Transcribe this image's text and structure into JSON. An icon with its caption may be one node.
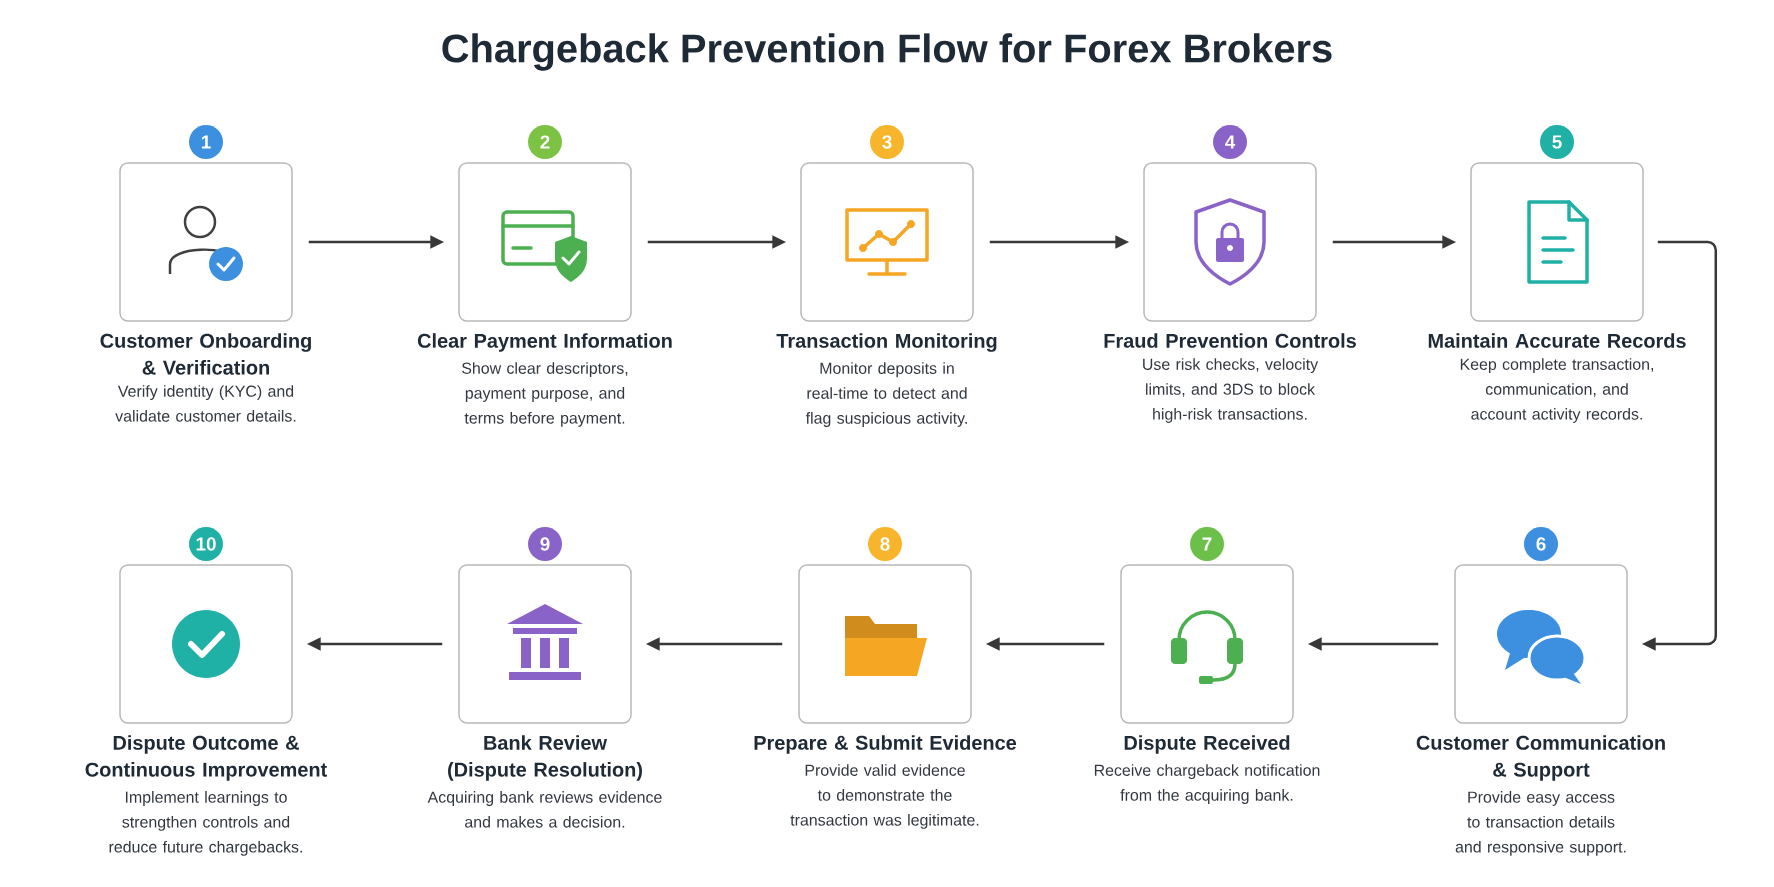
{
  "diagram": {
    "title": "Chargeback Prevention Flow for Forex Brokers",
    "nodes": [
      {
        "text": [
          "Customer Onboarding & Verification",
          "Verify identity (KYC) and validate customer details."
        ],
        "beside": [
          "1"
        ]
      },
      {
        "text": [
          "Clear Payment Information",
          "Show clear descriptors, payment purpose, and terms before payment."
        ],
        "beside": [
          "2"
        ]
      },
      {
        "text": [
          "Transaction Monitoring",
          "Monitor deposits in real-time to detect and flag suspicious activity."
        ],
        "beside": [
          "3"
        ]
      },
      {
        "text": [
          "Fraud Prevention Controls",
          "Use risk checks, velocity limits, and 3DS to block high-risk transactions."
        ],
        "beside": [
          "4"
        ]
      },
      {
        "text": [
          "Maintain Accurate Records",
          "Keep complete transaction, communication, and account activity records."
        ],
        "beside": [
          "5"
        ]
      },
      {
        "text": [
          "Customer Communication & Support",
          "Provide easy access to transaction details and responsive support."
        ],
        "beside": [
          "6"
        ]
      },
      {
        "text": [
          "Dispute Received",
          "Receive chargeback notification from the acquiring bank."
        ],
        "beside": [
          "7"
        ]
      },
      {
        "text": [
          "Prepare & Submit Evidence",
          "Provide valid evidence to demonstrate the transaction was legitimate."
        ],
        "beside": [
          "8"
        ]
      },
      {
        "text": [
          "Bank Review (Dispute Resolution)",
          "Acquiring bank reviews evidence and makes a decision."
        ],
        "beside": [
          "9"
        ]
      },
      {
        "text": [
          "Dispute Outcome & Continuous Improvement",
          "Implement learnings to strengthen controls and reduce future chargebacks."
        ],
        "beside": [
          "10"
        ]
      }
    ],
    "edges": [
      {
        "from": 0,
        "to": 1,
        "arrow": "to"
      },
      {
        "from": 1,
        "to": 2,
        "arrow": "to"
      },
      {
        "from": 2,
        "to": 3,
        "arrow": "to"
      },
      {
        "from": 3,
        "to": 4,
        "arrow": "to"
      },
      {
        "from": 4,
        "to": 5,
        "arrow": "to"
      },
      {
        "from": 5,
        "to": 6,
        "arrow": "to"
      },
      {
        "from": 6,
        "to": 7,
        "arrow": "to"
      },
      {
        "from": 7,
        "to": 8,
        "arrow": "to"
      },
      {
        "from": 8,
        "to": 9,
        "arrow": "to"
      }
    ]
  }
}
